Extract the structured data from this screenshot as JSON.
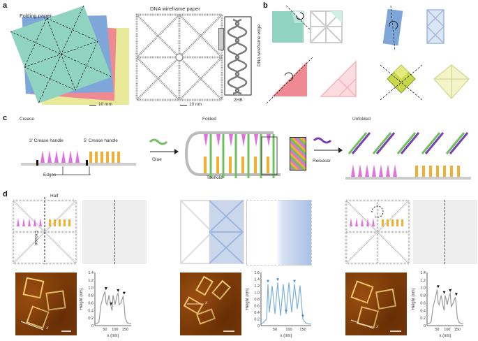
{
  "panels": {
    "a": "a",
    "b": "b",
    "c": "c",
    "d": "d"
  },
  "panel_a": {
    "folding_paper": "Folding paper",
    "dna_title": "DNA wireframe paper",
    "dna_edge": "DNA wireframe edge",
    "twohb": "2HB",
    "scale_left": "10 mm",
    "scale_right": "10 nm"
  },
  "panel_c": {
    "crease": "Crease",
    "handle3": "3′ Crease handle",
    "handle5": "5′ Crease handle",
    "edges": "Edges",
    "glue": "Glue",
    "folded": "Folded",
    "toehold": "Toehold",
    "releaser": "Releaser",
    "unfolded": "Unfolded"
  },
  "panel_d": {
    "half": "Half",
    "crease": "Crease",
    "afm_x": "x"
  },
  "colors": {
    "teal": "#8fd3c0",
    "blue": "#7fa6d8",
    "pink": "#f08a92",
    "yellow": "#e8ea9a",
    "magenta": "#e070e0",
    "orange": "#f0b030",
    "green": "#70c060",
    "purple": "#7a40b0"
  },
  "chart_data": [
    {
      "type": "line",
      "ylabel": "Height (nm)",
      "xlabel": "x (nm)",
      "ylim": [
        0,
        1.4
      ],
      "xlim": [
        0,
        180
      ],
      "yticks": [
        "0",
        "0.2",
        "0.4",
        "0.6",
        "0.8",
        "1.0",
        "1.2",
        "1.4"
      ],
      "xticks": [
        "50",
        "100",
        "150"
      ],
      "x": [
        0,
        10,
        20,
        30,
        40,
        50,
        55,
        60,
        70,
        80,
        85,
        90,
        100,
        110,
        115,
        120,
        130,
        140,
        145,
        150,
        160,
        170,
        180
      ],
      "y": [
        0.05,
        0.05,
        0.1,
        0.55,
        0.75,
        0.9,
        0.6,
        0.55,
        0.8,
        0.5,
        0.4,
        0.8,
        0.55,
        0.8,
        0.85,
        0.55,
        0.6,
        0.78,
        0.55,
        0.2,
        0.08,
        0.05,
        0.05
      ],
      "peaks_x": [
        55,
        80,
        115,
        145
      ]
    },
    {
      "type": "line",
      "ylabel": "Height (nm)",
      "xlabel": "x (nm)",
      "ylim": [
        0,
        1.6
      ],
      "xlim": [
        0,
        180
      ],
      "yticks": [
        "0",
        "0.2",
        "0.4",
        "0.6",
        "0.8",
        "1.0",
        "1.2",
        "1.4",
        "1.6"
      ],
      "xticks": [
        "50",
        "100",
        "150"
      ],
      "x": [
        0,
        10,
        20,
        25,
        30,
        40,
        50,
        60,
        70,
        80,
        90,
        100,
        110,
        120,
        130,
        140,
        150,
        160,
        170,
        180
      ],
      "y": [
        0.05,
        0.1,
        0.2,
        1.25,
        0.4,
        1.2,
        0.35,
        1.3,
        0.3,
        1.25,
        0.35,
        1.3,
        0.4,
        1.25,
        0.5,
        1.2,
        0.2,
        0.08,
        0.05,
        0.05
      ],
      "peaks_x": [
        25,
        60,
        90,
        120,
        150
      ]
    },
    {
      "type": "line",
      "ylabel": "Height (nm)",
      "xlabel": "x (nm)",
      "ylim": [
        0,
        1.4
      ],
      "xlim": [
        0,
        180
      ],
      "yticks": [
        "0",
        "0.2",
        "0.4",
        "0.6",
        "0.8",
        "1.0",
        "1.2",
        "1.4"
      ],
      "xticks": [
        "50",
        "100",
        "150"
      ],
      "x": [
        0,
        10,
        20,
        30,
        40,
        50,
        55,
        60,
        70,
        80,
        85,
        90,
        100,
        110,
        115,
        120,
        130,
        140,
        145,
        150,
        160,
        170,
        180
      ],
      "y": [
        0.05,
        0.05,
        0.1,
        0.5,
        0.7,
        0.95,
        0.6,
        0.55,
        0.8,
        0.5,
        0.4,
        0.8,
        0.55,
        0.8,
        0.85,
        0.5,
        0.6,
        0.75,
        0.55,
        0.2,
        0.08,
        0.05,
        0.05
      ],
      "peaks_x": [
        55,
        85,
        115,
        145
      ]
    }
  ]
}
